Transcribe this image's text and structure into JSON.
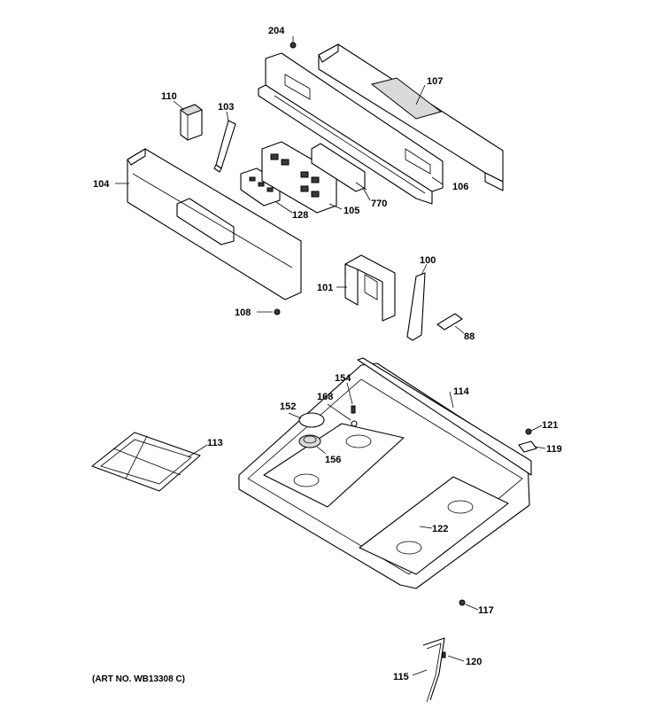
{
  "art_number": "(ART NO. WB13308 C)",
  "callouts": {
    "p204": "204",
    "p107": "107",
    "p110": "110",
    "p103": "103",
    "p104": "104",
    "p106": "106",
    "p770": "770",
    "p128": "128",
    "p105": "105",
    "p100": "100",
    "p101": "101",
    "p88": "88",
    "p108": "108",
    "p154": "154",
    "p114": "114",
    "p168": "168",
    "p152": "152",
    "p113": "113",
    "p156": "156",
    "p121": "121",
    "p119": "119",
    "p122": "122",
    "p117": "117",
    "p120": "120",
    "p115": "115"
  }
}
